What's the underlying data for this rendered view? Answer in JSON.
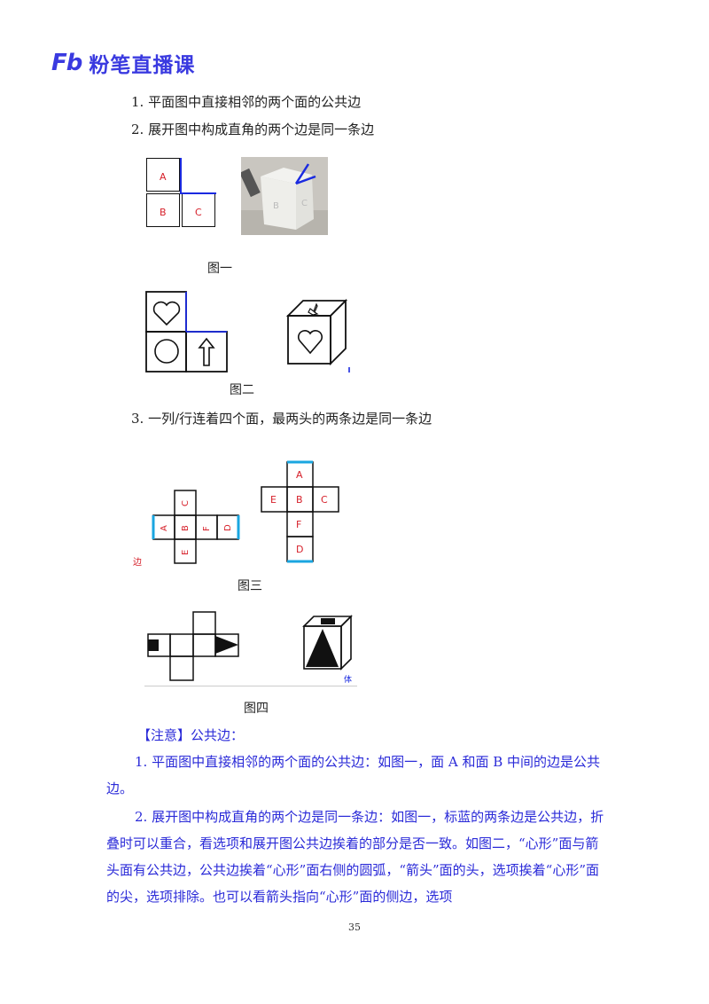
{
  "header": {
    "logo_mark": "Fb",
    "logo_text": "粉笔直播课"
  },
  "rules": [
    "1. 平面图中直接相邻的两个面的公共边",
    "2. 展开图中构成直角的两个边是同一条边",
    "3. 一列/行连着四个面，最两头的两条边是同一条边"
  ],
  "figures": {
    "fig1": {
      "caption": "图一",
      "labels": [
        "A",
        "B",
        "C"
      ]
    },
    "fig2": {
      "caption": "图二"
    },
    "fig3": {
      "caption": "图三",
      "left_labels": [
        "C",
        "B",
        "E",
        "A",
        "F",
        "D"
      ],
      "right_labels": [
        "A",
        "E",
        "B",
        "C",
        "F",
        "D"
      ],
      "side_mark": "边"
    },
    "fig4": {
      "caption": "图四",
      "side_mark": "体"
    }
  },
  "note": {
    "heading": "【注意】公共边：",
    "p1": "1. 平面图中直接相邻的两个面的公共边：如图一，面 A 和面 B 中间的边是公共边。",
    "p2": "2. 展开图中构成直角的两个边是同一条边：如图一，标蓝的两条边是公共边，折叠时可以重合，看选项和展开图公共边挨着的部分是否一致。如图二，“心形”面与箭头面有公共边，公共边挨着“心形”面右侧的圆弧，“箭头”面的头，选项挨着“心形”面的尖，选项排除。也可以看箭头指向“心形”面的侧边，选项"
  },
  "page_number": "35",
  "colors": {
    "brand": "#3a3ae0",
    "blue_text": "#2a2ad8",
    "label_red": "#d6202a",
    "edge_blue": "#1a2ae0",
    "edge_cyan": "#1aa6e0"
  }
}
